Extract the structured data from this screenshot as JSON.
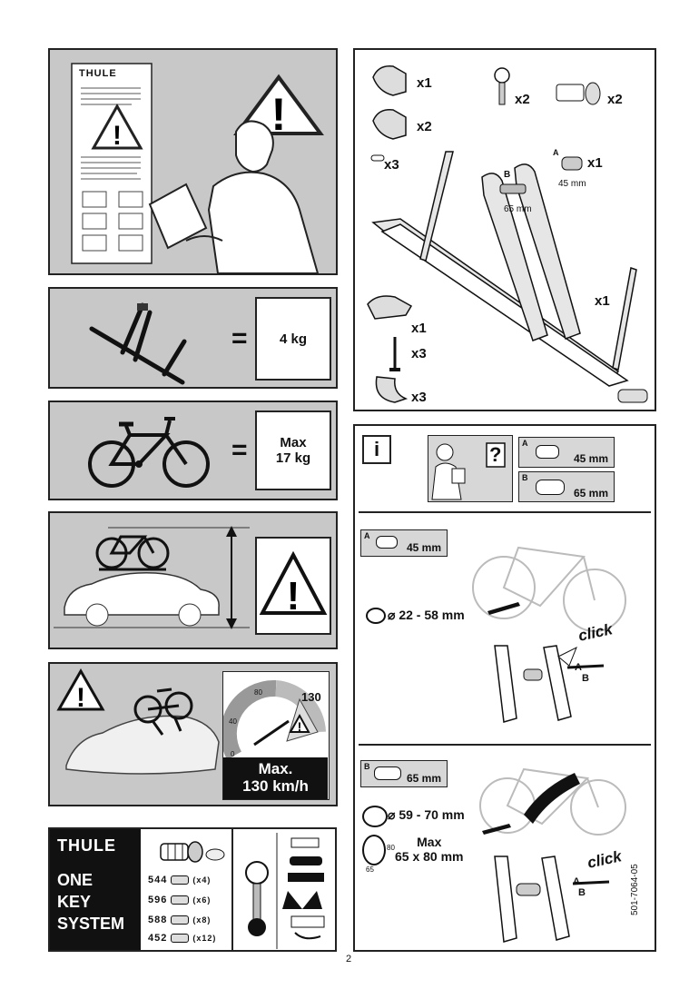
{
  "page_number": "2",
  "doc_code": "501-7064-05",
  "weight_panel": {
    "equals": "=",
    "rack_weight": "4 kg"
  },
  "bike_panel": {
    "equals": "=",
    "max_line1": "Max",
    "max_line2": "17 kg"
  },
  "speed_panel": {
    "speed_line1": "Max.",
    "speed_line2": "130 km/h",
    "gauge_ticks": [
      "0",
      "40",
      "80",
      "130"
    ]
  },
  "brand_logo": "THULE",
  "brand_logo_small": "THULE",
  "one_key": {
    "lines": [
      "ONE",
      "KEY",
      "SYSTEM"
    ],
    "rows": [
      {
        "code": "544",
        "qty": "(x4)"
      },
      {
        "code": "596",
        "qty": "(x6)"
      },
      {
        "code": "588",
        "qty": "(x8)"
      },
      {
        "code": "452",
        "qty": "(x12)"
      }
    ]
  },
  "parts": [
    {
      "qty": "x1"
    },
    {
      "qty": "x2"
    },
    {
      "qty": "x2"
    },
    {
      "qty": "x2"
    },
    {
      "qty": "x3"
    },
    {
      "qty": "x1"
    },
    {
      "qty": "x1"
    },
    {
      "qty": "x1"
    },
    {
      "qty": "x3"
    },
    {
      "qty": "x3"
    }
  ],
  "adapters": {
    "a_letter": "A",
    "a_size": "45 mm",
    "b_letter": "B",
    "b_size": "65 mm",
    "mm65": "65 mm",
    "mm45": "45 mm"
  },
  "info": {
    "icon": "i",
    "question": "?"
  },
  "frame_a": {
    "range": "22 - 58 mm",
    "click": "click",
    "a": "A",
    "b": "B"
  },
  "frame_b": {
    "round": "59 - 70 mm",
    "max_line1": "Max",
    "max_line2": "65 x 80 mm",
    "dim80": "80",
    "dim65": "65",
    "click": "click",
    "a": "A",
    "b": "B"
  }
}
